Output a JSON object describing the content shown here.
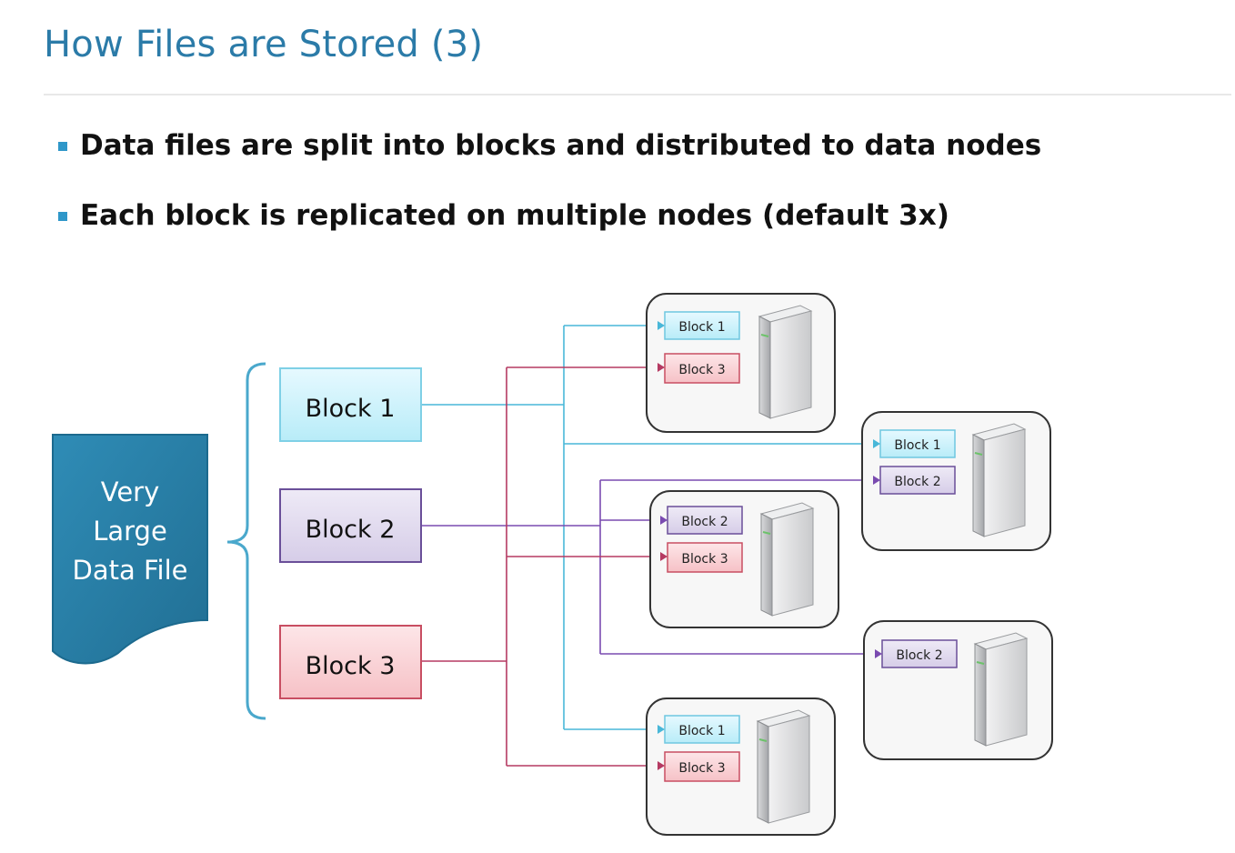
{
  "slide": {
    "title": "How Files are Stored (3)",
    "bullets": [
      "Data files are split into blocks and distributed to data nodes",
      "Each block is replicated on multiple nodes (default 3x)"
    ]
  },
  "diagram": {
    "file": {
      "lines": [
        "Very",
        "Large",
        "Data File"
      ],
      "color": "#2a7fa6"
    },
    "blocks": [
      {
        "label": "Block 1",
        "color": "#3fb4d6"
      },
      {
        "label": "Block 2",
        "color": "#6a3fa0"
      },
      {
        "label": "Block 3",
        "color": "#b0305a"
      }
    ],
    "nodes": [
      {
        "blocks": [
          "Block 1",
          "Block 3"
        ]
      },
      {
        "blocks": [
          "Block 1",
          "Block 2"
        ]
      },
      {
        "blocks": [
          "Block 2",
          "Block 3"
        ]
      },
      {
        "blocks": [
          "Block 2"
        ]
      },
      {
        "blocks": [
          "Block 1",
          "Block 3"
        ]
      }
    ],
    "bracket_color": "#4aa8cc"
  }
}
